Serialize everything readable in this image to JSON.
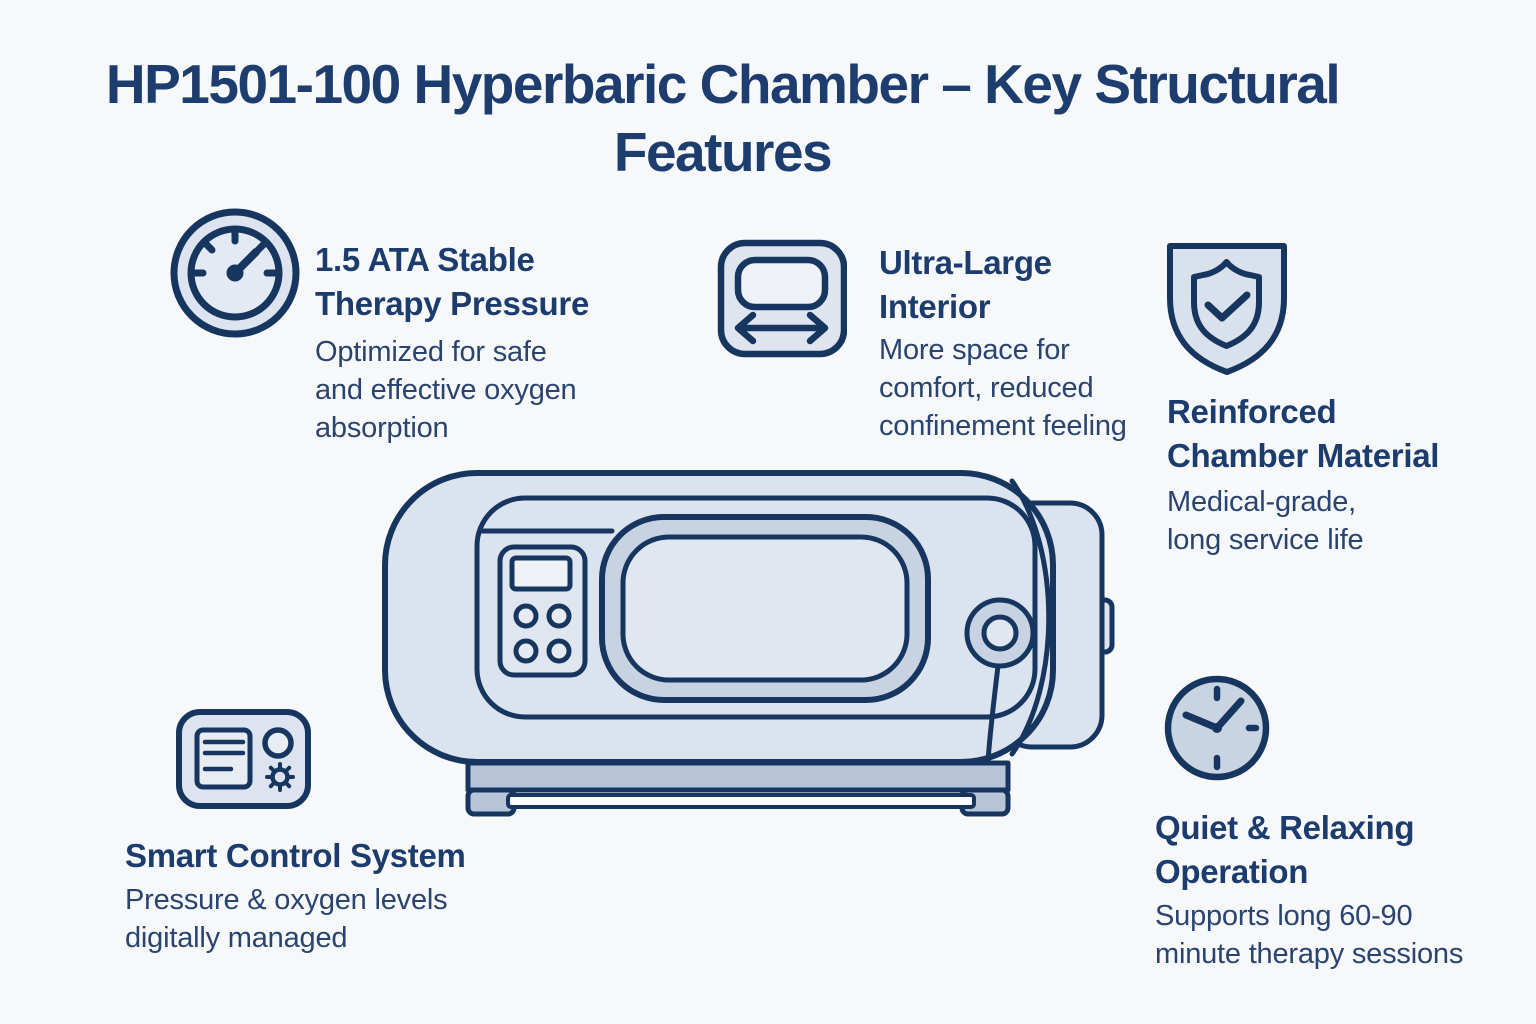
{
  "page": {
    "title": "HP1501-100 Hyperbaric Chamber – Key Structural\nFeatures",
    "background_color": "#f7f8fa",
    "accent_navy": "#17365f",
    "fill_light_blue": "#dbe3ee",
    "fill_band": "#c7d2e2",
    "fill_base": "#b8c5d8"
  },
  "features": [
    {
      "name": "therapy-pressure",
      "icon": "gauge-icon",
      "title": "1.5 ATA Stable\nTherapy Pressure",
      "description": "Optimized for safe\nand effective oxygen\nabsorption"
    },
    {
      "name": "ultra-large-interior",
      "icon": "width-arrows-icon",
      "title": "Ultra-Large\nInterior",
      "description": "More space for\ncomfort, reduced\nconfinement feeling"
    },
    {
      "name": "reinforced-material",
      "icon": "shield-check-icon",
      "title": "Reinforced\nChamber Material",
      "description": "Medical-grade,\nlong service life"
    },
    {
      "name": "smart-control",
      "icon": "control-panel-icon",
      "title": "Smart Control System",
      "description": "Pressure & oxygen levels\ndigitally managed"
    },
    {
      "name": "quiet-operation",
      "icon": "clock-icon",
      "title": "Quiet & Relaxing\nOperation",
      "description": "Supports long 60-90\nminute therapy sessions"
    }
  ],
  "illustration": {
    "name": "hyperbaric-chamber-side-view"
  }
}
